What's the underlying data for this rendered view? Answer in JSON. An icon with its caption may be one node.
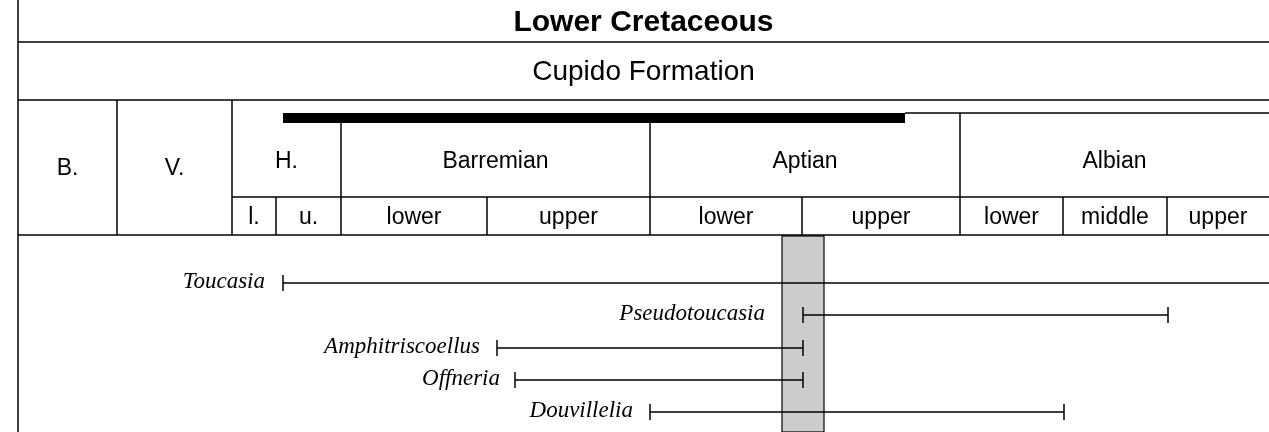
{
  "diagram": {
    "labels": [
      "Lower Cretaceous",
      "Cupido Formation",
      "B.",
      "V.",
      "H.",
      "Barremian",
      "Aptian",
      "Albian",
      "l.",
      "u.",
      "lower",
      "upper",
      "lower",
      "upper",
      "lower",
      "middle",
      "upper",
      "Toucasia",
      "Pseudotoucasia",
      "Amphitriscoellus",
      "Offneria",
      "Douvillelia"
    ]
  }
}
